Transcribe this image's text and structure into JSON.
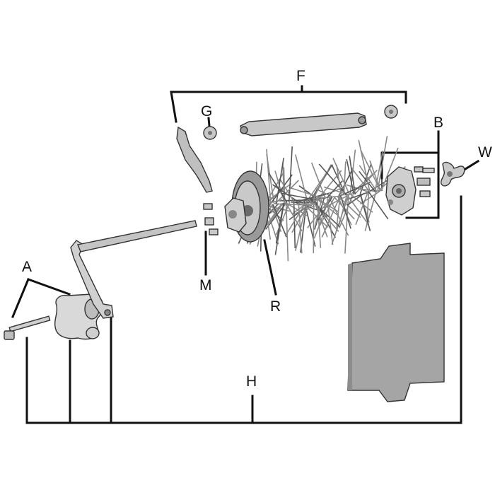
{
  "labels": {
    "a": "A",
    "b": "B",
    "f": "F",
    "g": "G",
    "h": "H",
    "m": "M",
    "r": "R",
    "w": "W"
  },
  "colors": {
    "line": "#111111",
    "part_fill": "#d9d9d9",
    "part_dark": "#8a8a8a",
    "plate": "#a9a9a9"
  }
}
